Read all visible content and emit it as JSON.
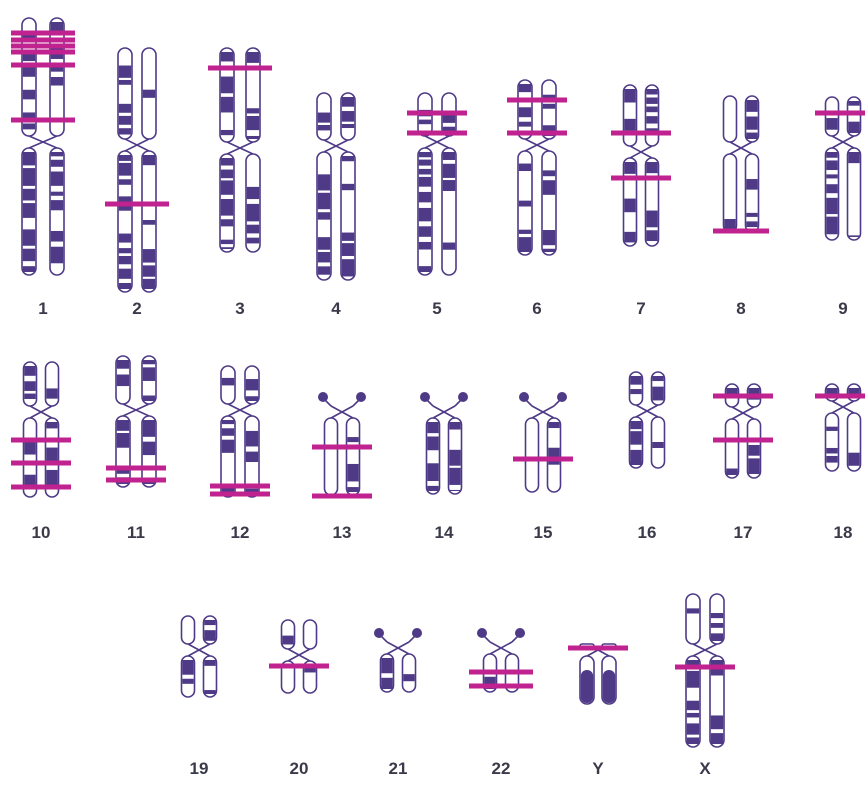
{
  "colors": {
    "band": "#4e3a86",
    "outline": "#4e3a86",
    "light": "#ffffff",
    "marker": "#c0228f"
  },
  "rows": [
    [
      {
        "label": "1",
        "marker_count": 6
      },
      {
        "label": "2",
        "marker_count": 1
      },
      {
        "label": "3",
        "marker_count": 1
      },
      {
        "label": "4",
        "marker_count": 0
      },
      {
        "label": "5",
        "marker_count": 2
      },
      {
        "label": "6",
        "marker_count": 2
      },
      {
        "label": "7",
        "marker_count": 2
      },
      {
        "label": "8",
        "marker_count": 1
      },
      {
        "label": "9",
        "marker_count": 1
      }
    ],
    [
      {
        "label": "10",
        "marker_count": 3
      },
      {
        "label": "11",
        "marker_count": 2
      },
      {
        "label": "12",
        "marker_count": 2
      },
      {
        "label": "13",
        "marker_count": 2
      },
      {
        "label": "14",
        "marker_count": 0
      },
      {
        "label": "15",
        "marker_count": 1
      },
      {
        "label": "16",
        "marker_count": 0
      },
      {
        "label": "17",
        "marker_count": 2
      },
      {
        "label": "18",
        "marker_count": 1
      }
    ],
    [
      {
        "label": "19",
        "marker_count": 0
      },
      {
        "label": "20",
        "marker_count": 1
      },
      {
        "label": "21",
        "marker_count": 0
      },
      {
        "label": "22",
        "marker_count": 2
      },
      {
        "label": "Y",
        "marker_count": 1
      },
      {
        "label": "X",
        "marker_count": 1
      }
    ]
  ]
}
